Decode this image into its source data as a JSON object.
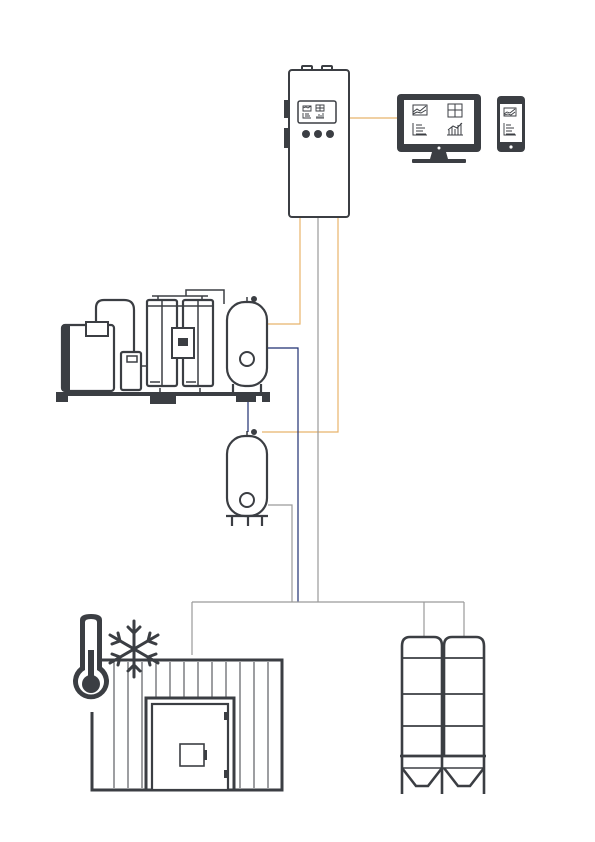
{
  "colors": {
    "background": "#ffffff",
    "stroke": "#3b3e43",
    "signal_line": "#e8b36c",
    "gas_line": "#1f2f72",
    "utility_line": "#9a9a9a",
    "screen_fill": "#ffffff"
  },
  "components": [
    {
      "id": "controller",
      "icon": "control-cabinet-icon"
    },
    {
      "id": "monitor",
      "icon": "monitor-dashboard-icon"
    },
    {
      "id": "phone",
      "icon": "smartphone-icon"
    },
    {
      "id": "generator-skid",
      "icon": "gas-generator-skid-icon"
    },
    {
      "id": "buffer-tank",
      "icon": "pressure-tank-icon"
    },
    {
      "id": "cold-room",
      "icon": "cold-storage-room-icon"
    },
    {
      "id": "thermometer",
      "icon": "thermometer-icon"
    },
    {
      "id": "snowflake",
      "icon": "snowflake-icon"
    },
    {
      "id": "silos",
      "icon": "storage-silos-icon"
    }
  ]
}
